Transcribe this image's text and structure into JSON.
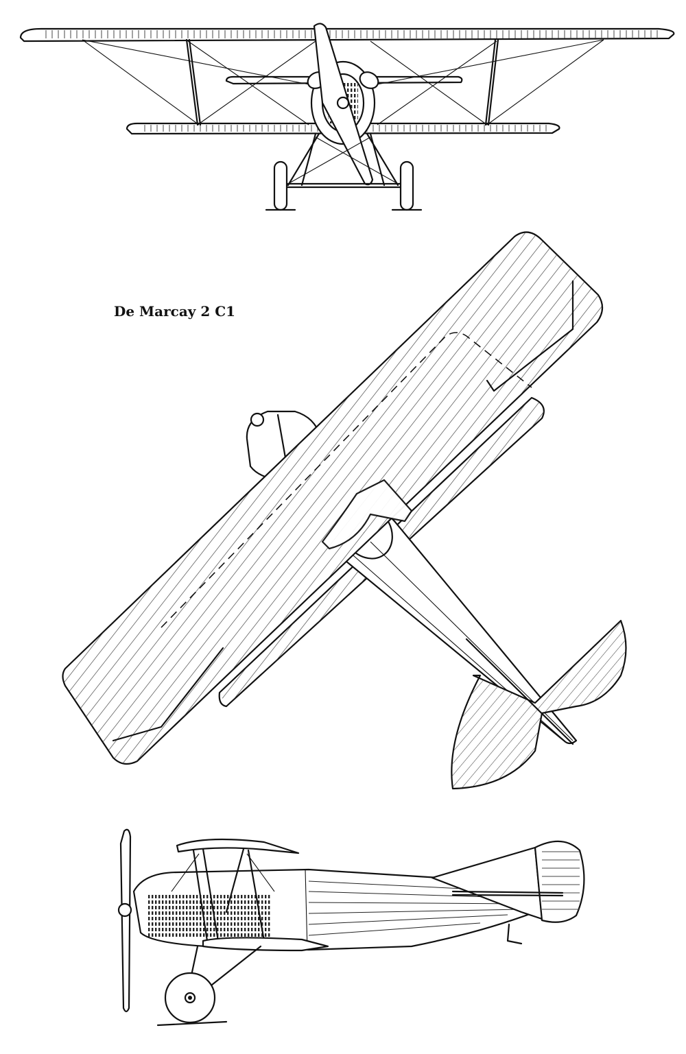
{
  "title": "De Marcay 2 C1",
  "views": [
    "front-view",
    "top-view",
    "side-view"
  ],
  "colors": {
    "line": "#111111",
    "background": "#ffffff"
  }
}
